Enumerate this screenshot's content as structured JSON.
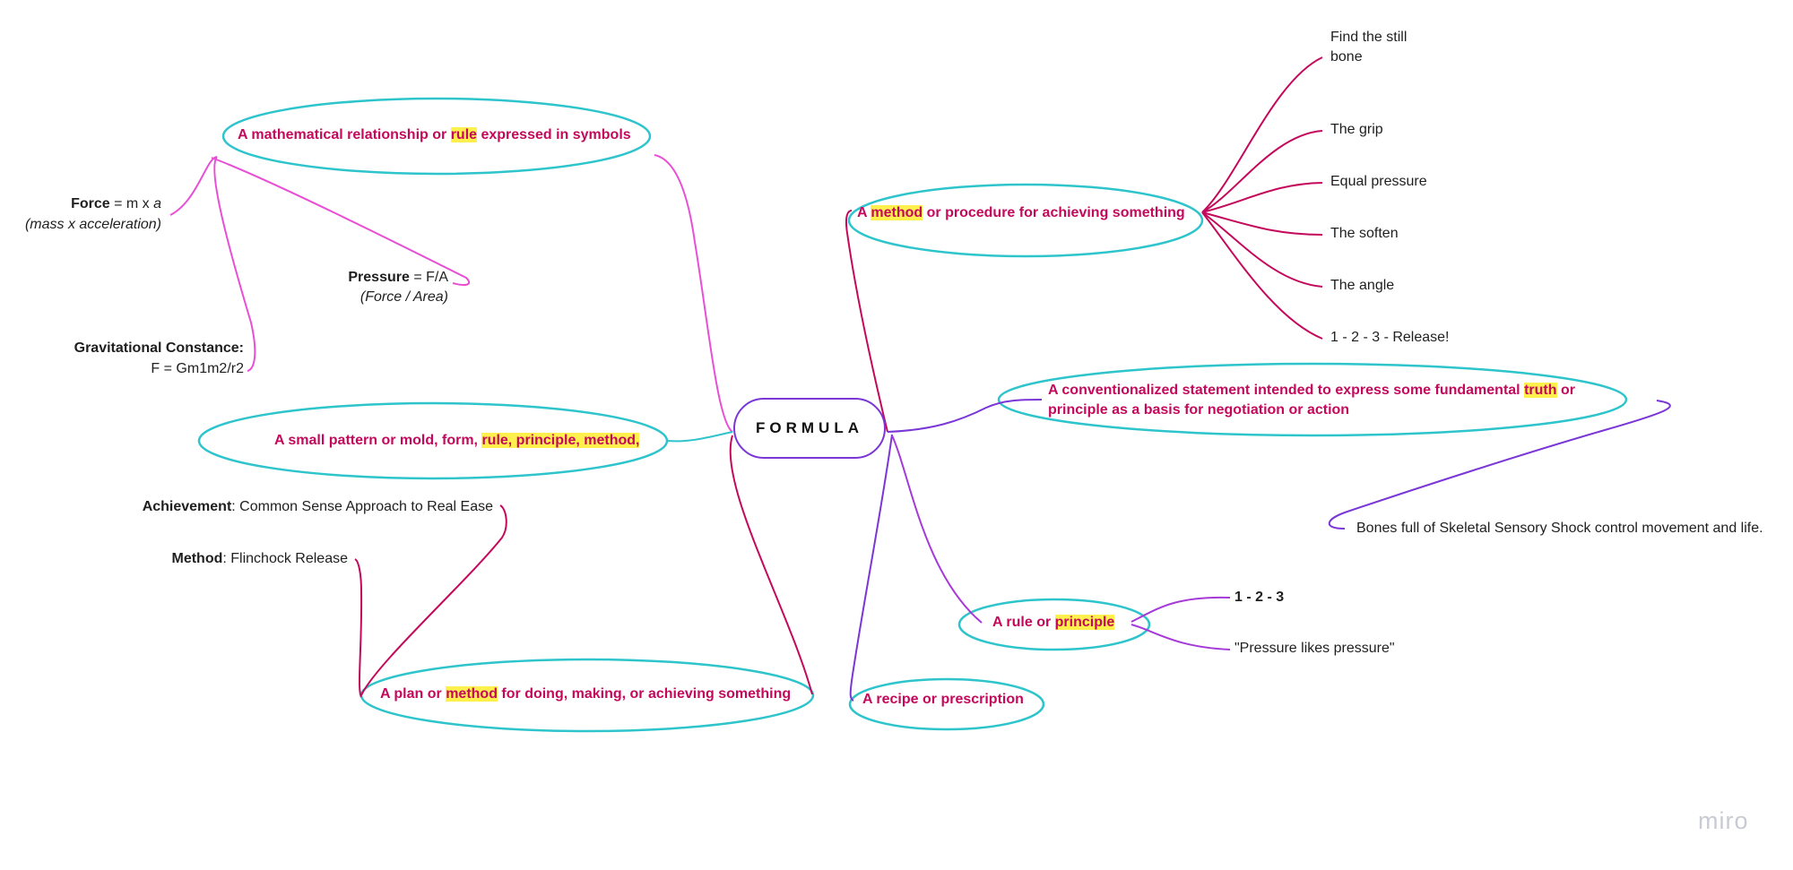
{
  "center": {
    "label": "FORMULA"
  },
  "left_top": {
    "pre": "A mathematical relationship or ",
    "hl": "rule",
    "post": " expressed in symbols",
    "force": {
      "name": "Force",
      "eq": " = m x ",
      "a": "a",
      "note": "(mass x acceleration)"
    },
    "pressure": {
      "name": "Pressure",
      "eq": " =  F/A",
      "note": "(Force / Area)"
    },
    "gravity": {
      "name": "Gravitational Constance:",
      "eq": "F = Gm1m2/r2"
    }
  },
  "left_mid": {
    "pre": "A small pattern or mold, form, ",
    "hl": "rule, principle, method,"
  },
  "left_bottom": {
    "pre": "A plan or ",
    "hl": "method",
    "post": " for doing, making, or achieving something",
    "achievement": {
      "name": "Achievement",
      "value": ": Common Sense Approach to Real Ease"
    },
    "method": {
      "name": "Method",
      "value": ": Flinchock Release"
    }
  },
  "right_top": {
    "pre": "A ",
    "hl": "method",
    "post": " or procedure for achieving something",
    "children": [
      "Find the still",
      "bone",
      "The grip",
      "Equal pressure",
      "The soften",
      "The angle",
      "1 - 2 - 3 - Release!"
    ]
  },
  "right_convention": {
    "line1_pre": "A conventionalized statement intended to express some fundamental ",
    "line1_hl": "truth",
    "line1_post": " or",
    "line2": "principle as a basis for negotiation or action",
    "child": "Bones full of Skeletal Sensory Shock control movement and life."
  },
  "right_rule": {
    "pre": "A rule or ",
    "hl": "principle",
    "children": [
      "1 - 2 - 3",
      "\"Pressure likes pressure\""
    ]
  },
  "right_recipe": {
    "label": "A recipe or prescription"
  },
  "logo": "miro",
  "colors": {
    "oval_stroke": "#2ec4cc",
    "oval_text": "#c4095c",
    "highlight": "#fff04d",
    "pink_link": "#e94fd6",
    "magenta_link": "#c4095c",
    "purple_link": "#7a36d6",
    "violet_link": "#a63ad8"
  }
}
